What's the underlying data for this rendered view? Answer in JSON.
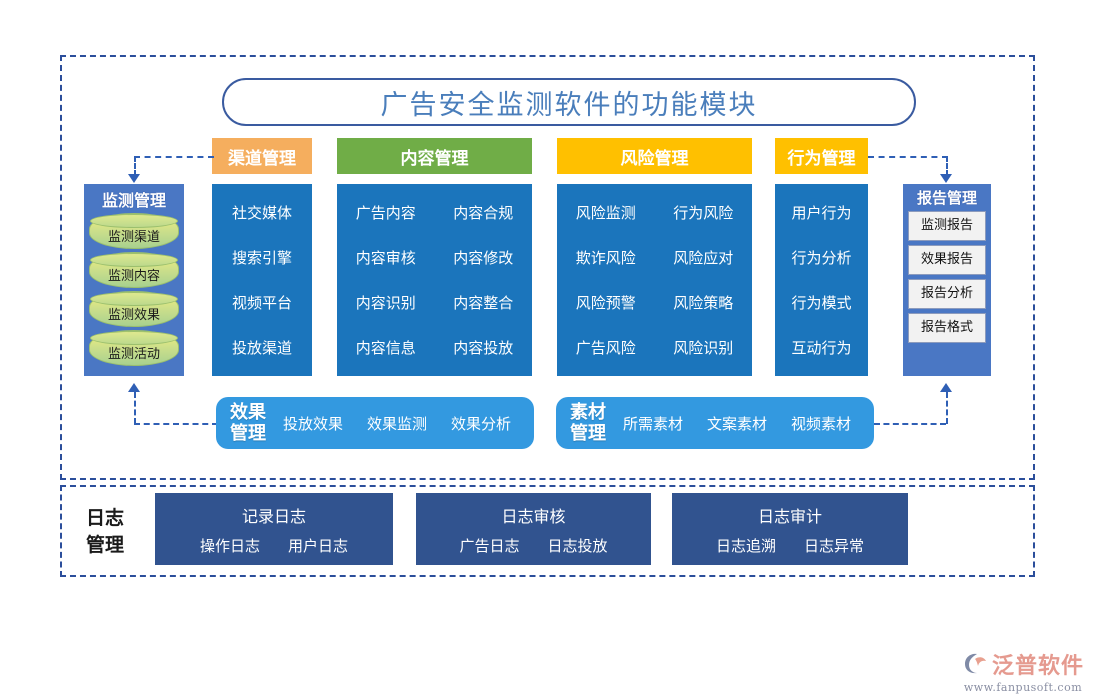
{
  "title": "广告安全监测软件的功能模块",
  "colors": {
    "panel_blue": "#1B75BC",
    "header_orange": "#F5AE5E",
    "header_green": "#70AD47",
    "header_amber": "#FFC000",
    "side_blue": "#4A77C4",
    "light_blue": "#3399E0",
    "log_navy": "#31538F",
    "dash_border": "#2b4e9b"
  },
  "monitoring": {
    "title": "监测管理",
    "items": [
      "监测渠道",
      "监测内容",
      "监测效果",
      "监测活动"
    ]
  },
  "columns": [
    {
      "header": "渠道管理",
      "rows": [
        [
          "社交媒体"
        ],
        [
          "搜索引擎"
        ],
        [
          "视频平台"
        ],
        [
          "投放渠道"
        ]
      ]
    },
    {
      "header": "内容管理",
      "rows": [
        [
          "广告内容",
          "内容合规"
        ],
        [
          "内容审核",
          "内容修改"
        ],
        [
          "内容识别",
          "内容整合"
        ],
        [
          "内容信息",
          "内容投放"
        ]
      ]
    },
    {
      "header": "风险管理",
      "rows": [
        [
          "风险监测",
          "行为风险"
        ],
        [
          "欺诈风险",
          "风险应对"
        ],
        [
          "风险预警",
          "风险策略"
        ],
        [
          "广告风险",
          "风险识别"
        ]
      ]
    },
    {
      "header": "行为管理",
      "rows": [
        [
          "用户行为"
        ],
        [
          "行为分析"
        ],
        [
          "行为模式"
        ],
        [
          "互动行为"
        ]
      ]
    }
  ],
  "report": {
    "title": "报告管理",
    "items": [
      "监测报告",
      "效果报告",
      "报告分析",
      "报告格式"
    ]
  },
  "effect": {
    "label_line1": "效果",
    "label_line2": "管理",
    "items": [
      "投放效果",
      "效果监测",
      "效果分析"
    ]
  },
  "material": {
    "label_line1": "素材",
    "label_line2": "管理",
    "items": [
      "所需素材",
      "文案素材",
      "视频素材"
    ]
  },
  "log": {
    "label_line1": "日志",
    "label_line2": "管理",
    "boxes": [
      {
        "title": "记录日志",
        "items": [
          "操作日志",
          "用户日志"
        ]
      },
      {
        "title": "日志审核",
        "items": [
          "广告日志",
          "日志投放"
        ]
      },
      {
        "title": "日志审计",
        "items": [
          "日志追溯",
          "日志异常"
        ]
      }
    ]
  },
  "logo": {
    "name": "泛普软件",
    "url": "www.fanpusoft.com"
  }
}
